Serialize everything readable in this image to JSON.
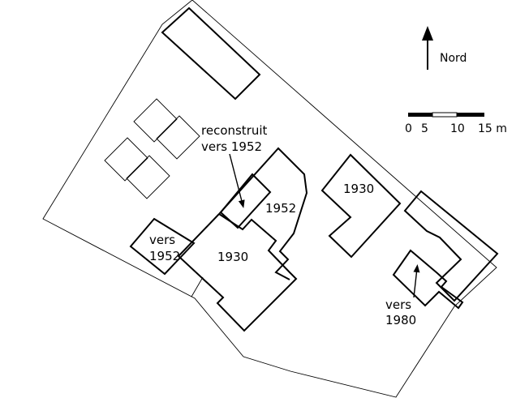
{
  "colors": {
    "line": "#000000",
    "background": "#ffffff"
  },
  "north": {
    "label": "Nord",
    "icon": "north-arrow-icon"
  },
  "scale_bar": {
    "ticks": [
      "0",
      "5",
      "10",
      "15 m"
    ]
  },
  "labels": {
    "reconstruit_line1": "reconstruit",
    "reconstruit_line2": "vers 1952",
    "bldg_1952_center": "1952",
    "bldg_1930_main": "1930",
    "bldg_vers1952_line1": "vers",
    "bldg_vers1952_line2": "1952",
    "bldg_1930_east": "1930",
    "vers1980_line1": "vers",
    "vers1980_line2": "1980"
  }
}
